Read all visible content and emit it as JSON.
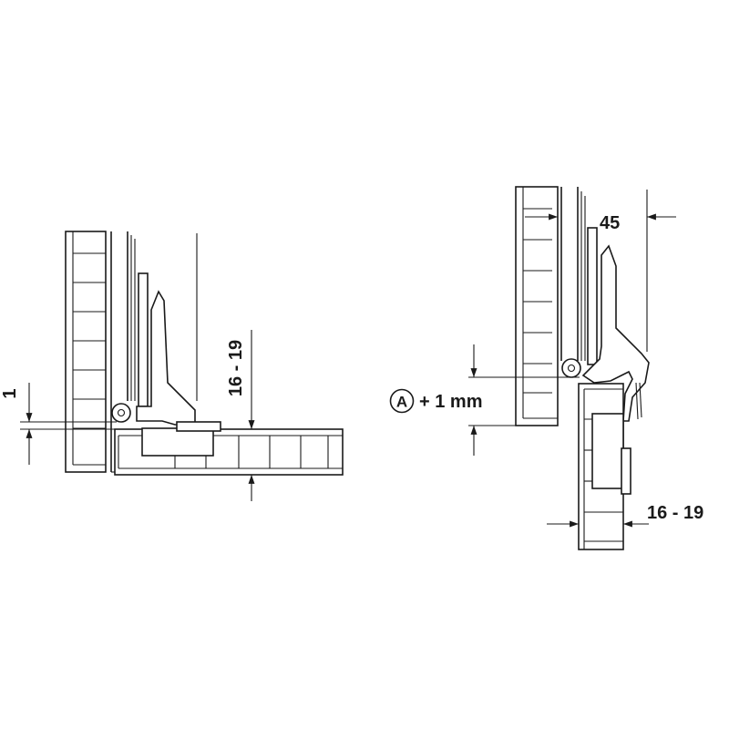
{
  "left_view": {
    "dim_vertical": "1",
    "dim_thickness": "16 - 19"
  },
  "right_view": {
    "dim_top": "45",
    "circle_letter": "A",
    "dim_offset": "+ 1 mm",
    "dim_thickness": "16 - 19"
  }
}
